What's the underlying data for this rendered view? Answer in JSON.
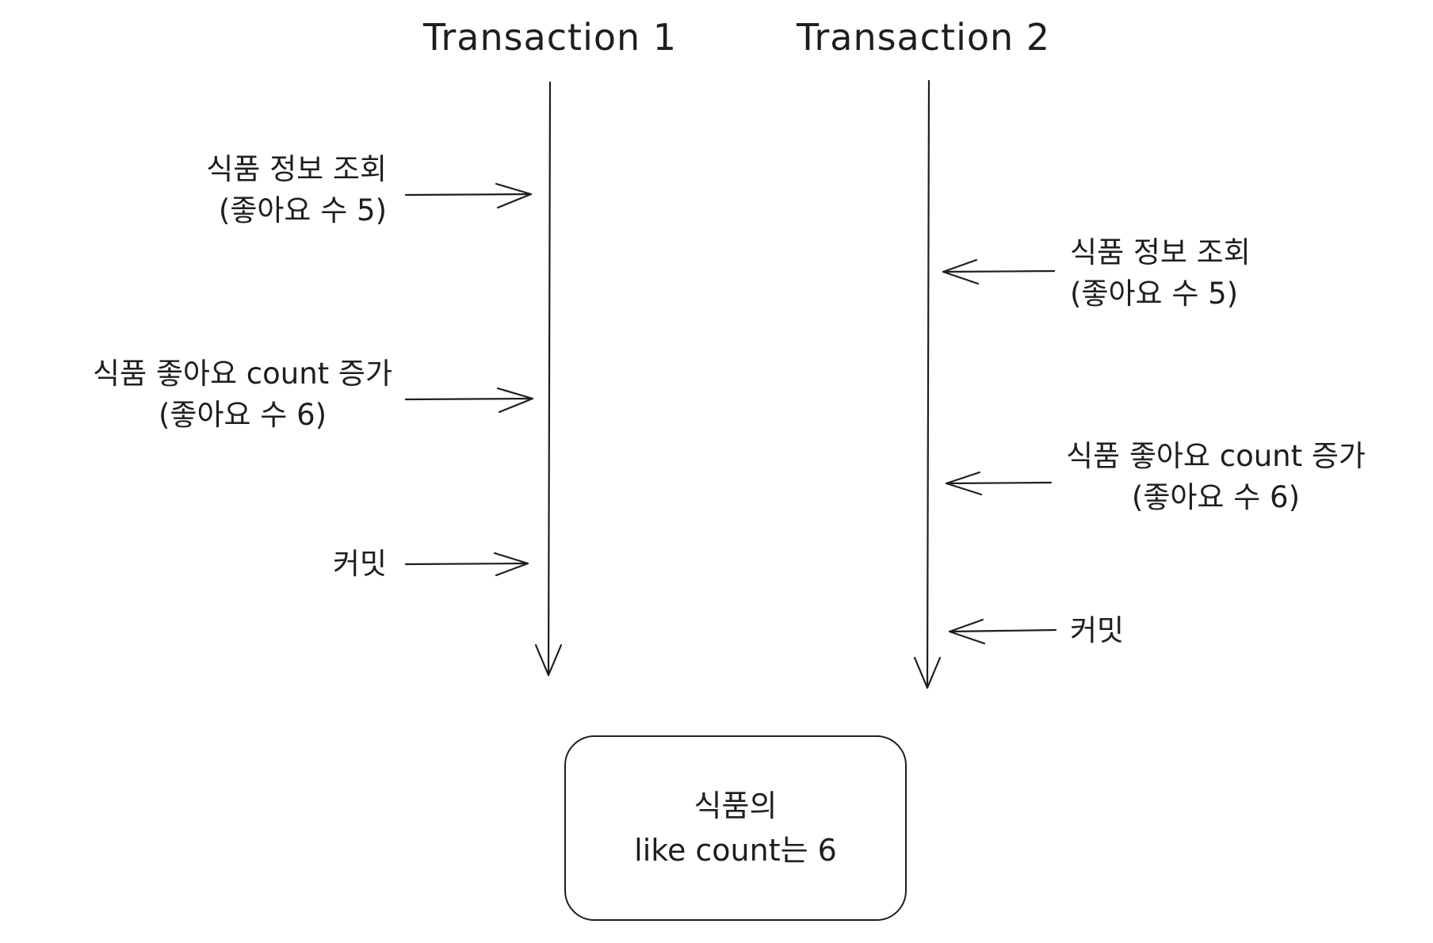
{
  "transactions": [
    {
      "title": "Transaction 1",
      "steps": [
        {
          "line1": "식품 정보 조회",
          "line2": "(좋아요 수 5)"
        },
        {
          "line1": "식품 좋아요 count 증가",
          "line2": "(좋아요 수 6)"
        },
        {
          "line1": "커밋"
        }
      ]
    },
    {
      "title": "Transaction 2",
      "steps": [
        {
          "line1": "식품 정보 조회",
          "line2": "(좋아요 수 5)"
        },
        {
          "line1": "식품 좋아요 count 증가",
          "line2": "(좋아요 수 6)"
        },
        {
          "line1": "커밋"
        }
      ]
    }
  ],
  "result": {
    "line1": "식품의",
    "line2": "like count는 6"
  },
  "colors": {
    "stroke": "#1e1e1e",
    "background": "#ffffff"
  }
}
